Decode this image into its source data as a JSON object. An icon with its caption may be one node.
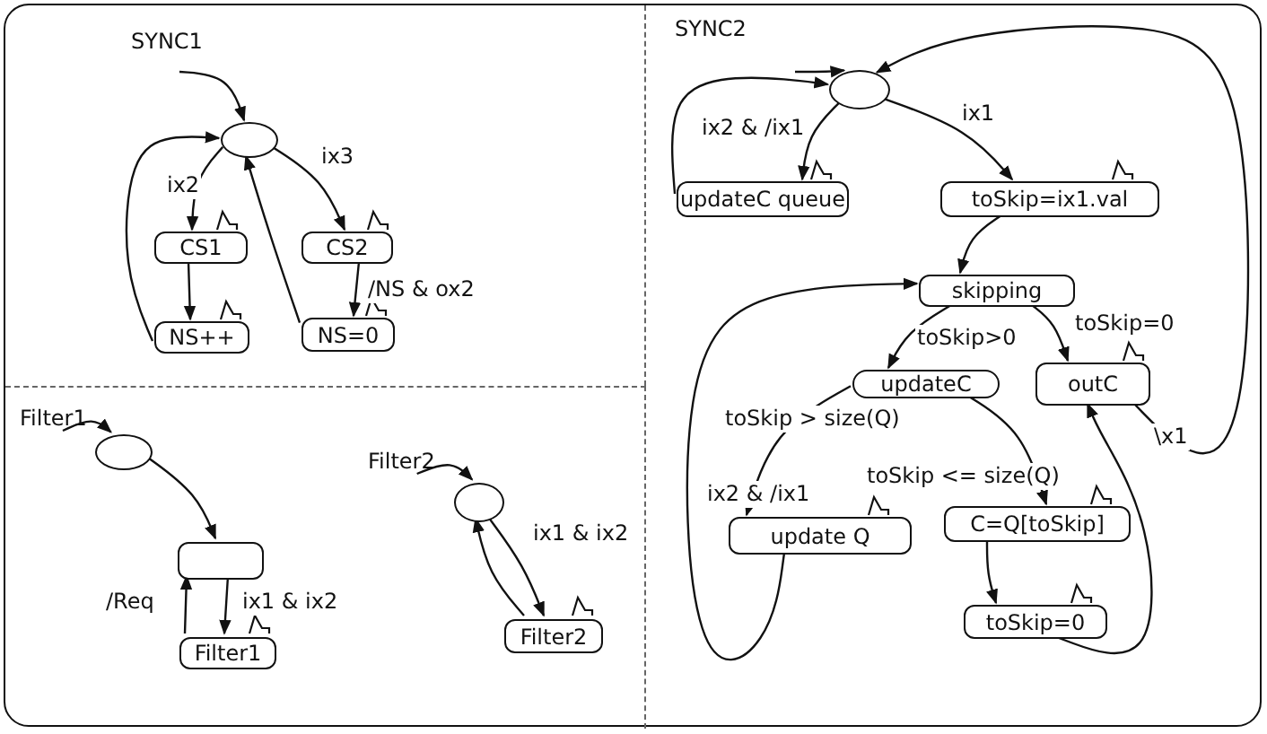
{
  "diagram": {
    "nodes": [
      {
        "text": [],
        "shape": "box"
      },
      {
        "text": [
          "SYNC1"
        ],
        "in": 0
      },
      {
        "text": [],
        "shape": "ellipse",
        "in": 1
      },
      {
        "text": [
          "CS1"
        ],
        "in": 1
      },
      {
        "text": [
          "CS2"
        ],
        "in": 1
      },
      {
        "text": [
          "NS++"
        ],
        "in": 1
      },
      {
        "text": [
          "NS=0"
        ],
        "in": 1
      },
      {
        "text": [],
        "shape": "box",
        "in": 0
      },
      {
        "text": [
          "Filter1"
        ],
        "in": 7
      },
      {
        "text": [],
        "shape": "ellipse",
        "in": 7
      },
      {
        "text": [],
        "shape": "box",
        "in": 7
      },
      {
        "text": [
          "Filter1"
        ],
        "in": 7
      },
      {
        "text": [
          "Filter2"
        ],
        "in": 7
      },
      {
        "text": [],
        "shape": "ellipse",
        "in": 7
      },
      {
        "text": [
          "Filter2"
        ],
        "in": 7
      },
      {
        "text": [
          "SYNC2"
        ],
        "in": 0
      },
      {
        "text": [],
        "shape": "ellipse",
        "in": 15
      },
      {
        "text": [
          "updateC queue"
        ],
        "in": 15
      },
      {
        "text": [
          "toSkip=ix1.val"
        ],
        "in": 15
      },
      {
        "text": [
          "skipping"
        ],
        "in": 15
      },
      {
        "text": [
          "updateC"
        ],
        "in": 15
      },
      {
        "text": [
          "outC"
        ],
        "in": 15
      },
      {
        "text": [
          "update Q"
        ],
        "in": 15
      },
      {
        "text": [
          "C=Q[toSkip]"
        ],
        "in": 15
      },
      {
        "text": [
          "toSkip=0"
        ],
        "in": 15
      }
    ],
    "edges": [
      {
        "from": null,
        "to": 2,
        "arrow": "to"
      },
      {
        "from": 2,
        "to": 3,
        "arrow": "to",
        "label": "ix2"
      },
      {
        "from": 2,
        "to": 4,
        "arrow": "to",
        "label": "ix3"
      },
      {
        "from": 3,
        "to": 5,
        "arrow": "to"
      },
      {
        "from": 4,
        "to": 6,
        "arrow": "to",
        "label": "/NS & ox2"
      },
      {
        "from": 5,
        "to": 2,
        "arrow": "to"
      },
      {
        "from": 6,
        "to": 2,
        "arrow": "to"
      },
      {
        "from": 8,
        "to": 9,
        "arrow": "to"
      },
      {
        "from": 9,
        "to": 10,
        "arrow": "to"
      },
      {
        "from": 10,
        "to": 11,
        "arrow": "to",
        "label": "ix1 & ix2"
      },
      {
        "from": 11,
        "to": 10,
        "arrow": "to",
        "label": "/Req"
      },
      {
        "from": 12,
        "to": 13,
        "arrow": "to"
      },
      {
        "from": 13,
        "to": 14,
        "arrow": "to",
        "label": "ix1 & ix2"
      },
      {
        "from": 14,
        "to": 13,
        "arrow": "to"
      },
      {
        "from": null,
        "to": 16,
        "arrow": "to"
      },
      {
        "from": 16,
        "to": 17,
        "arrow": "to",
        "label": "ix2 & /ix1"
      },
      {
        "from": 17,
        "to": 16,
        "arrow": "to"
      },
      {
        "from": 16,
        "to": 18,
        "arrow": "to",
        "label": "ix1"
      },
      {
        "from": 18,
        "to": 19,
        "arrow": "to"
      },
      {
        "from": 19,
        "to": 20,
        "arrow": "to",
        "label": "toSkip>0"
      },
      {
        "from": 19,
        "to": 21,
        "arrow": "to",
        "label": "toSkip=0"
      },
      {
        "from": 20,
        "to": 22,
        "arrow": "to",
        "label": "toSkip > size(Q)"
      },
      {
        "from": 20,
        "to": 23,
        "arrow": "to",
        "label": "toSkip <= size(Q)"
      },
      {
        "from": 23,
        "to": 24,
        "arrow": "to"
      },
      {
        "from": 24,
        "to": 21,
        "arrow": "to"
      },
      {
        "from": 22,
        "to": 19,
        "arrow": "to",
        "label": "ix2 & /ix1"
      },
      {
        "from": 21,
        "to": 16,
        "arrow": "to",
        "label": "\\x1"
      }
    ]
  }
}
